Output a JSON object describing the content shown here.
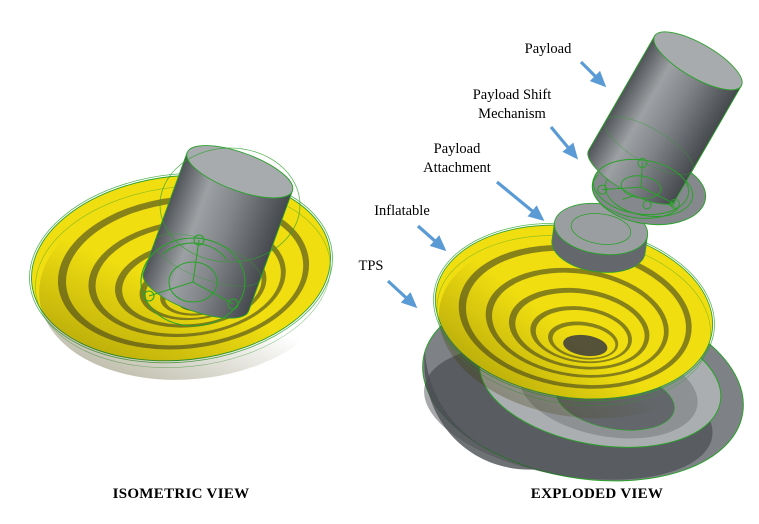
{
  "figure": {
    "views": [
      {
        "id": "isometric",
        "caption": "ISOMETRIC VIEW"
      },
      {
        "id": "exploded",
        "caption": "EXPLODED VIEW"
      }
    ],
    "callouts": [
      {
        "part": "payload",
        "label": "Payload"
      },
      {
        "part": "payload-shift-mechanism",
        "label": "Payload Shift Mechanism"
      },
      {
        "part": "payload-attachment",
        "label": "Payload Attachment"
      },
      {
        "part": "inflatable",
        "label": "Inflatable"
      },
      {
        "part": "tps",
        "label": "TPS"
      }
    ],
    "colors": {
      "background": "#ffffff",
      "inflatable_yellow": "#f0de10",
      "groove_olive": "#87811a",
      "structure_gray": "#85898d",
      "wireframe_green": "#2ba12b",
      "arrow_blue": "#5b9bd5",
      "label_text": "#000000"
    }
  }
}
